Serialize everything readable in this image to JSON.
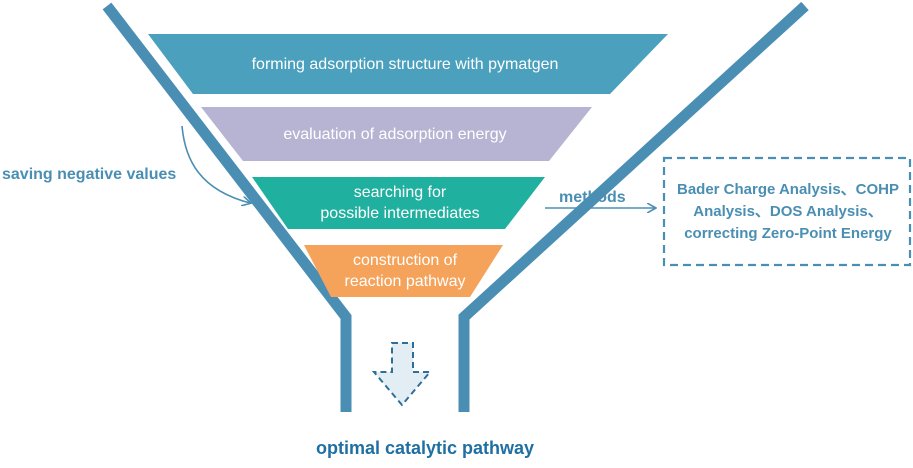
{
  "colors": {
    "funnel_outline": "#4a8fb3",
    "stage_1": "#4aa0bd",
    "stage_2": "#b7b3d2",
    "stage_3": "#20b0a0",
    "stage_4": "#f5a25b",
    "text_accent": "#4a8fb3",
    "result_text": "#1f6fa3",
    "output_arrow_fill": "#e3eef4"
  },
  "stages": [
    {
      "label": "forming adsorption structure with pymatgen"
    },
    {
      "label": "evaluation of adsorption energy"
    },
    {
      "label": "searching for\npossible intermediates"
    },
    {
      "label": "construction of\nreaction pathway"
    }
  ],
  "left_note": {
    "label": "saving negative values"
  },
  "methods": {
    "label": "methods",
    "box_text": "Bader Charge Analysis、COHP Analysis、DOS Analysis、correcting Zero-Point Energy"
  },
  "result": {
    "label": "optimal catalytic pathway"
  }
}
